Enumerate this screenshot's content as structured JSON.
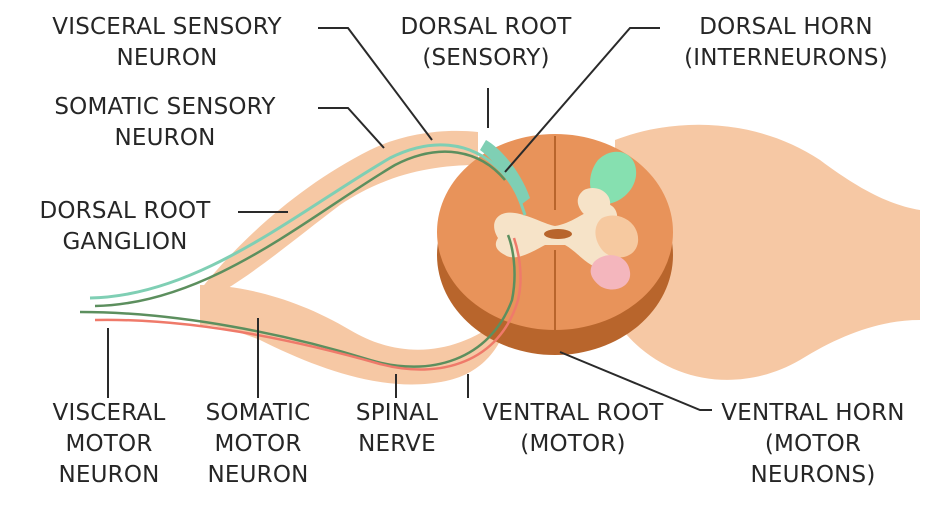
{
  "labels": {
    "visceral_sensory": [
      "VISCERAL SENSORY",
      "NEURON"
    ],
    "somatic_sensory": [
      "SOMATIC SENSORY",
      "NEURON"
    ],
    "dorsal_root_ganglion": [
      "DORSAL ROOT",
      "GANGLION"
    ],
    "dorsal_root": [
      "DORSAL ROOT",
      "(SENSORY)"
    ],
    "dorsal_horn": [
      "DORSAL HORN",
      "(INTERNEURONS)"
    ],
    "visceral_motor": [
      "VISCERAL",
      "MOTOR",
      "NEURON"
    ],
    "somatic_motor": [
      "SOMATIC",
      "MOTOR",
      "NEURON"
    ],
    "spinal_nerve": [
      "SPINAL",
      "NERVE"
    ],
    "ventral_root": [
      "VENTRAL ROOT",
      "(MOTOR)"
    ],
    "ventral_horn": [
      "VENTRAL HORN",
      "(MOTOR",
      "NEURONS)"
    ]
  },
  "colors": {
    "cord_white_matter": "#e8935a",
    "cord_shadow": "#b8652c",
    "grey_matter": "#f6e3c8",
    "nerve": "#f6c8a4",
    "visceral_sensory_fiber": "#7fcfb4",
    "somatic_sensory_fiber": "#5c8f5e",
    "motor_fiber": "#ef7a6a",
    "dorsal_horn_highlight": "#86e0b0",
    "ventral_horn_highlight_a": "#f6c9a0",
    "ventral_horn_highlight_b": "#f4b6bd",
    "leader_line": "#2a2a2a"
  }
}
